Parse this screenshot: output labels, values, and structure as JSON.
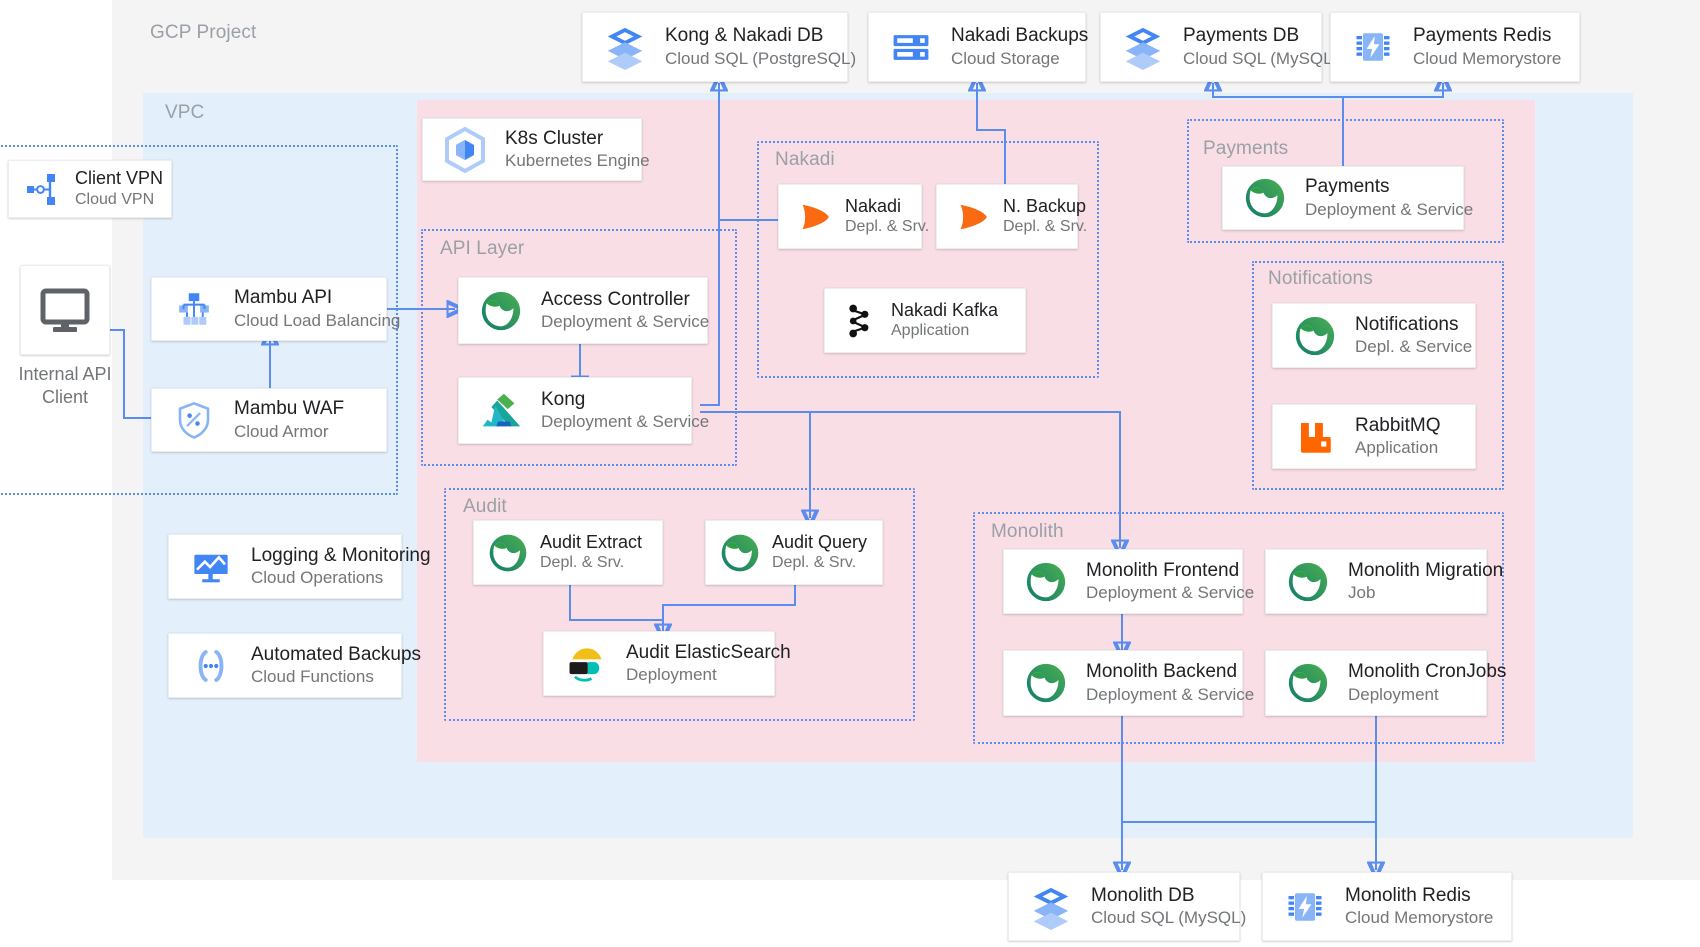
{
  "zones": {
    "gcp_project": "GCP Project",
    "vpc": "VPC",
    "api_layer": "API Layer",
    "nakadi": "Nakadi",
    "payments": "Payments",
    "notifications": "Notifications",
    "audit": "Audit",
    "monolith": "Monolith"
  },
  "external": {
    "client_vpn": {
      "title": "Client VPN",
      "subtitle": "Cloud VPN",
      "icon": "cloud-vpn-icon"
    },
    "internal_api_client": {
      "caption": "Internal API\nClient",
      "caption_line1": "Internal API",
      "caption_line2": "Client",
      "icon": "monitor-icon"
    }
  },
  "top_row": [
    {
      "title": "Kong & Nakadi DB",
      "subtitle": "Cloud SQL (PostgreSQL)",
      "icon": "cloud-sql-icon"
    },
    {
      "title": "Nakadi Backups",
      "subtitle": "Cloud Storage",
      "icon": "cloud-storage-icon"
    },
    {
      "title": "Payments DB",
      "subtitle": "Cloud SQL (MySQL)",
      "icon": "cloud-sql-icon"
    },
    {
      "title": "Payments Redis",
      "subtitle": "Cloud Memorystore",
      "icon": "memorystore-icon"
    }
  ],
  "bottom_row": [
    {
      "title": "Monolith DB",
      "subtitle": "Cloud SQL (MySQL)",
      "icon": "cloud-sql-icon"
    },
    {
      "title": "Monolith Redis",
      "subtitle": "Cloud Memorystore",
      "icon": "memorystore-icon"
    }
  ],
  "vpc_nodes": [
    {
      "title": "Mambu API",
      "subtitle": "Cloud Load Balancing",
      "icon": "load-balancing-icon"
    },
    {
      "title": "Mambu WAF",
      "subtitle": "Cloud Armor",
      "icon": "cloud-armor-icon"
    },
    {
      "title": "Logging & Monitoring",
      "subtitle": "Cloud Operations",
      "icon": "cloud-operations-icon"
    },
    {
      "title": "Automated Backups",
      "subtitle": "Cloud Functions",
      "icon": "cloud-functions-icon"
    }
  ],
  "k8s_cluster": {
    "title": "K8s Cluster",
    "subtitle": "Kubernetes Engine",
    "icon": "kubernetes-engine-icon"
  },
  "api_layer_nodes": [
    {
      "title": "Access Controller",
      "subtitle": "Deployment & Service",
      "icon": "helm-icon"
    },
    {
      "title": "Kong",
      "subtitle": "Deployment & Service",
      "icon": "kong-icon"
    }
  ],
  "nakadi_nodes": [
    {
      "title": "Nakadi",
      "subtitle": "Depl. & Srv.",
      "icon": "nakadi-icon"
    },
    {
      "title": "N. Backup",
      "subtitle": "Depl. & Srv.",
      "icon": "nakadi-icon"
    },
    {
      "title": "Nakadi Kafka",
      "subtitle": "Application",
      "icon": "kafka-icon"
    }
  ],
  "payments_nodes": [
    {
      "title": "Payments",
      "subtitle": "Deployment & Service",
      "icon": "helm-icon"
    }
  ],
  "notifications_nodes": [
    {
      "title": "Notifications",
      "subtitle": "Depl. & Service",
      "icon": "helm-icon"
    },
    {
      "title": "RabbitMQ",
      "subtitle": "Application",
      "icon": "rabbitmq-icon"
    }
  ],
  "audit_nodes": [
    {
      "title": "Audit Extract",
      "subtitle": "Depl. & Srv.",
      "icon": "helm-icon"
    },
    {
      "title": "Audit Query",
      "subtitle": "Depl. & Srv.",
      "icon": "helm-icon"
    },
    {
      "title": "Audit ElasticSearch",
      "subtitle": "Deployment",
      "icon": "elasticsearch-icon"
    }
  ],
  "monolith_nodes": [
    {
      "title": "Monolith Frontend",
      "subtitle": "Deployment & Service",
      "icon": "helm-icon"
    },
    {
      "title": "Monolith Migration",
      "subtitle": "Job",
      "icon": "helm-icon"
    },
    {
      "title": "Monolith Backend",
      "subtitle": "Deployment & Service",
      "icon": "helm-icon"
    },
    {
      "title": "Monolith CronJobs",
      "subtitle": "Deployment",
      "icon": "helm-icon"
    }
  ],
  "colors": {
    "gcp_bg": "#f4f4f4",
    "vpc_bg": "#e3f0fb",
    "k8s_bg": "#fadee5",
    "connector": "#5b8def",
    "zone_label": "#9aa0a6",
    "title": "#202124",
    "subtitle": "#737679",
    "google_blue": "#4285f4",
    "nakadi_orange": "#f96a12",
    "rabbitmq_orange": "#ff6600",
    "helm_green": "#37a93c",
    "elastic_yellow": "#f0bf1a",
    "elastic_cyan": "#00bfb3"
  }
}
